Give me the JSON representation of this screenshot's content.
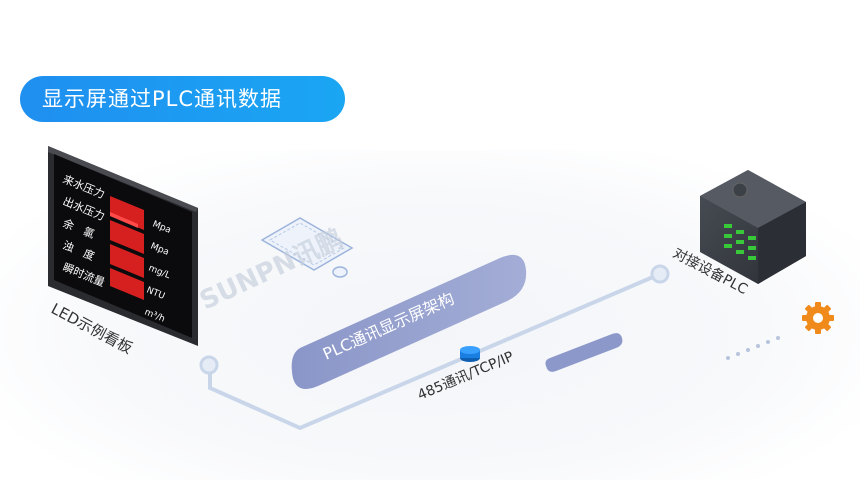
{
  "banner": {
    "title": "显示屏通过PLC通讯数据"
  },
  "led_board": {
    "caption": "LED示例看板",
    "rows": [
      {
        "name": "来水压力",
        "unit": ""
      },
      {
        "name": "出水压力",
        "unit": "Mpa"
      },
      {
        "name": "余　氯",
        "unit": "Mpa"
      },
      {
        "name": "浊　度",
        "unit": "mg/L"
      },
      {
        "name": "瞬时流量",
        "unit": "NTU"
      },
      {
        "name": "",
        "unit": "m³/h"
      }
    ]
  },
  "center_pill": {
    "label": "PLC通讯显示屏架构"
  },
  "protocol_label": "485通讯/TCP/IP",
  "plc_label": "对接设备PLC",
  "watermark": "SUNPN讯鹏",
  "colors": {
    "banner": "#1f8ff0",
    "pill": "#8c98c9",
    "line": "#c9d6ea",
    "led_red": "#d61f1f",
    "plc_green": "#38c83a",
    "gear": "#f08a1a",
    "node_blue": "#1a7fe0"
  }
}
